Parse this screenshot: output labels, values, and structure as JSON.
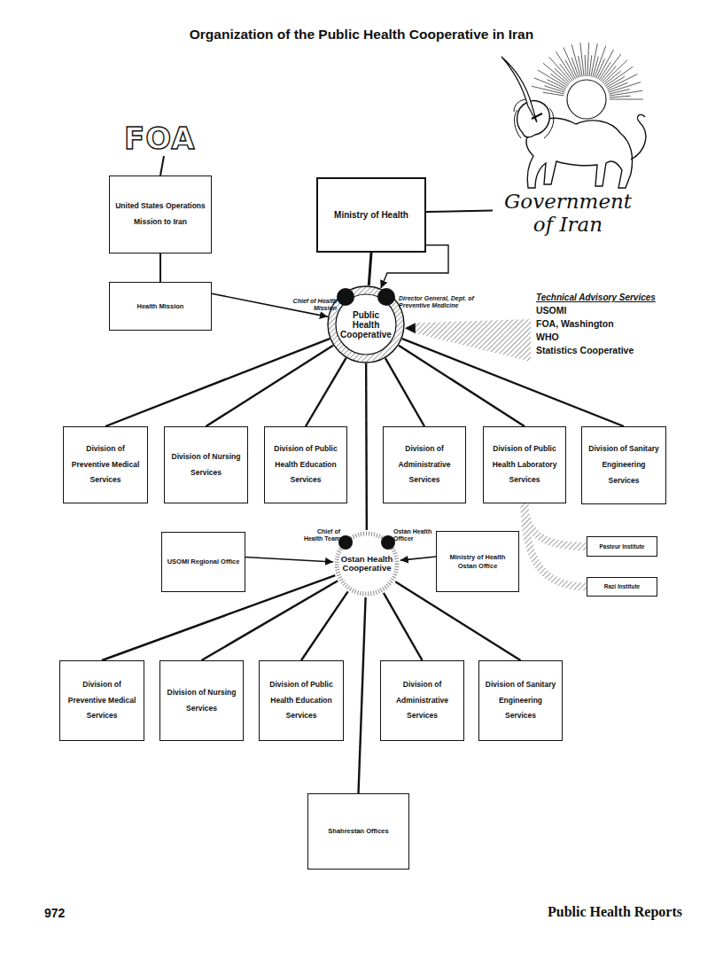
{
  "diagram": {
    "title": "Organization of the Public Health Cooperative in Iran",
    "nodes": [
      {
        "text": [
          "FOA"
        ]
      },
      {
        "text": [
          "United States Operations Mission to Iran"
        ]
      },
      {
        "text": [
          "Ministry of Health"
        ]
      },
      {
        "text": [
          "Government of Iran"
        ]
      },
      {
        "text": [
          "Health Mission"
        ]
      },
      {
        "text": [
          "Public Health Cooperative"
        ]
      },
      {
        "text": [
          "Technical Advisory Services",
          "USOMI",
          "FOA, Washington",
          "WHO",
          "Statistics Cooperative"
        ]
      },
      {
        "text": [
          "Division of Preventive Medical Services"
        ]
      },
      {
        "text": [
          "Division of Nursing Services"
        ]
      },
      {
        "text": [
          "Division of Public Health Education Services"
        ]
      },
      {
        "text": [
          "Division of Administrative Services"
        ]
      },
      {
        "text": [
          "Division of Public Health Laboratory Services"
        ]
      },
      {
        "text": [
          "Division of Sanitary Engineering Services"
        ]
      },
      {
        "text": [
          "USOMI Regional Office"
        ]
      },
      {
        "text": [
          "Ostan Health Cooperative"
        ]
      },
      {
        "text": [
          "Ministry of Health Ostan Office"
        ]
      },
      {
        "text": [
          "Pasteur Institute"
        ]
      },
      {
        "text": [
          "Razi Institute"
        ]
      },
      {
        "text": [
          "Division of Preventive Medical Services"
        ]
      },
      {
        "text": [
          "Division of Nursing Services"
        ]
      },
      {
        "text": [
          "Division of Public Health Education Services"
        ]
      },
      {
        "text": [
          "Division of Administrative Services"
        ]
      },
      {
        "text": [
          "Division of Sanitary Engineering Services"
        ]
      },
      {
        "text": [
          "Shahrestan Offices"
        ]
      }
    ],
    "edges": [
      {
        "from": 0,
        "to": 1,
        "arrow": "none"
      },
      {
        "from": 1,
        "to": 4,
        "arrow": "none"
      },
      {
        "from": 4,
        "to": 5,
        "arrow": "to"
      },
      {
        "from": 2,
        "to": 3,
        "arrow": "none"
      },
      {
        "from": 2,
        "to": 5,
        "arrow": "none"
      },
      {
        "from": 2,
        "to": 5,
        "arrow": "to"
      },
      {
        "from": 6,
        "to": 5,
        "arrow": "to"
      },
      {
        "from": 5,
        "to": 7,
        "arrow": "none"
      },
      {
        "from": 5,
        "to": 8,
        "arrow": "none"
      },
      {
        "from": 5,
        "to": 9,
        "arrow": "none"
      },
      {
        "from": 5,
        "to": 10,
        "arrow": "none"
      },
      {
        "from": 5,
        "to": 11,
        "arrow": "none"
      },
      {
        "from": 5,
        "to": 12,
        "arrow": "none"
      },
      {
        "from": 5,
        "to": 14,
        "arrow": "none"
      },
      {
        "from": 11,
        "to": 16,
        "arrow": "none"
      },
      {
        "from": 11,
        "to": 17,
        "arrow": "none"
      },
      {
        "from": 13,
        "to": 14,
        "arrow": "to"
      },
      {
        "from": 15,
        "to": 14,
        "arrow": "to"
      },
      {
        "from": 14,
        "to": 18,
        "arrow": "none"
      },
      {
        "from": 14,
        "to": 19,
        "arrow": "none"
      },
      {
        "from": 14,
        "to": 20,
        "arrow": "none"
      },
      {
        "from": 14,
        "to": 21,
        "arrow": "none"
      },
      {
        "from": 14,
        "to": 22,
        "arrow": "none"
      },
      {
        "from": 14,
        "to": 23,
        "arrow": "none"
      }
    ],
    "labels": [
      "Chief of Health Mission",
      "Director General, Dept. of Preventive Medicine",
      "Chief of Health Team",
      "Ostan Health Officer",
      "972",
      "Public Health Reports"
    ]
  }
}
